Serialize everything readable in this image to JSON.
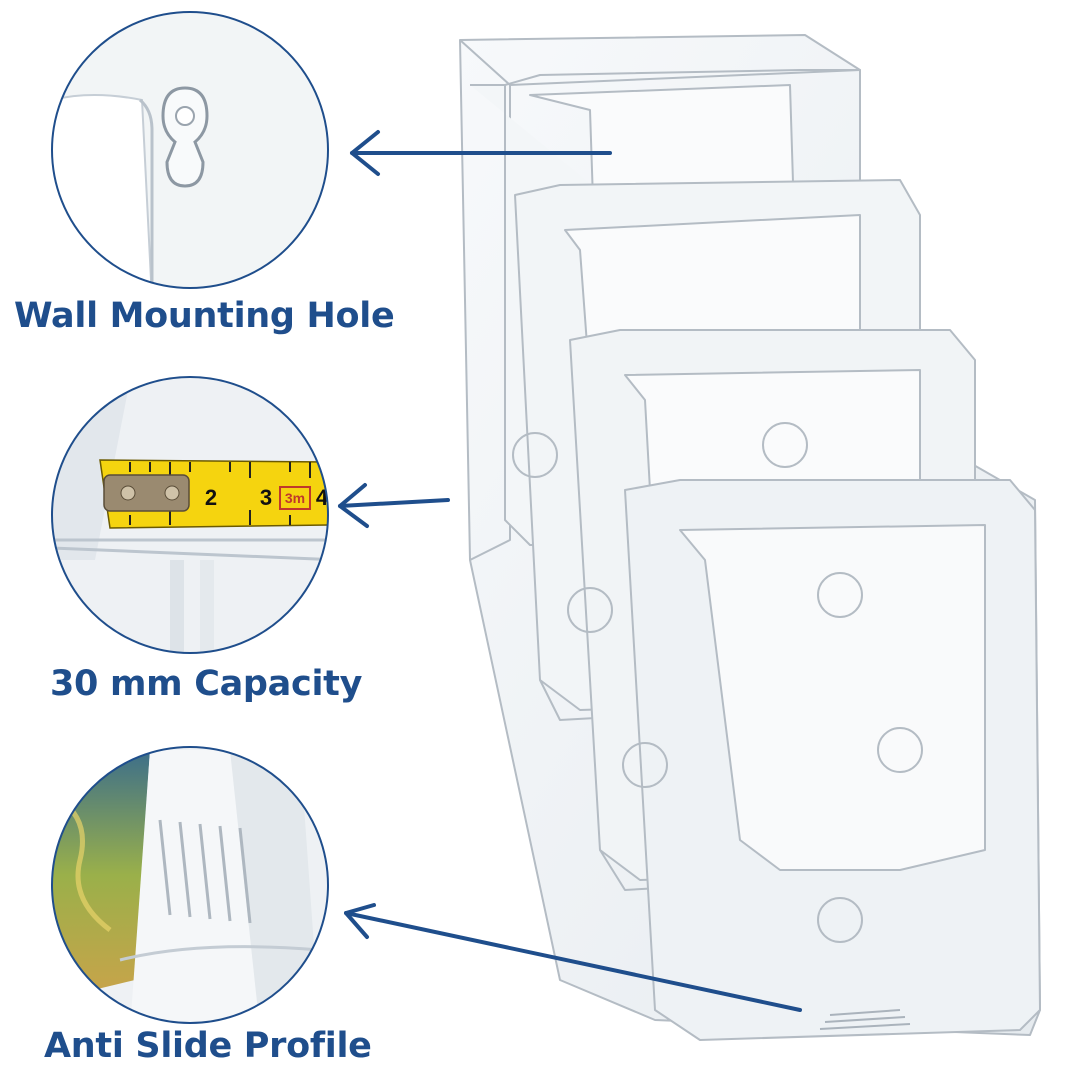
{
  "features": [
    {
      "label": "Wall Mounting Hole"
    },
    {
      "label": "30 mm Capacity"
    },
    {
      "label": "Anti Slide Profile"
    }
  ],
  "tape_measure": {
    "marks": [
      "2",
      "3",
      "3m",
      "4"
    ]
  },
  "colors": {
    "accent": "#1f4e8c",
    "tape": "#f5d40f"
  }
}
